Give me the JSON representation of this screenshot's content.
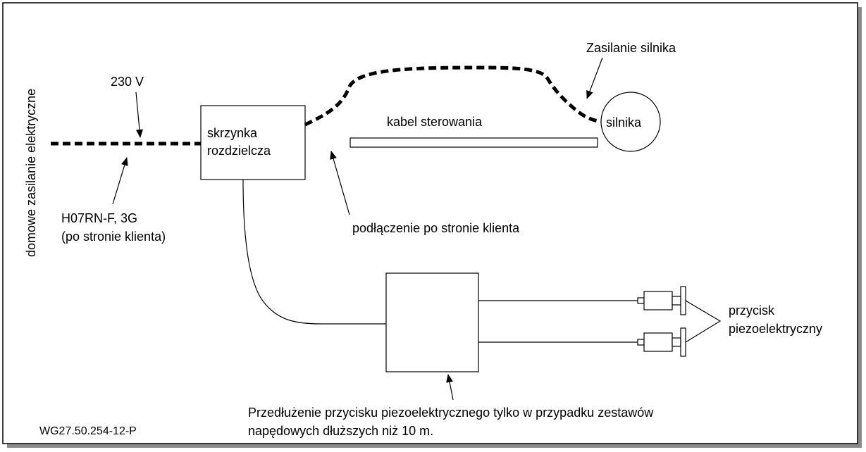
{
  "diagram": {
    "vertical_label": "domowe zasilanie elektryczne",
    "voltage_label": "230 V",
    "cable_type_line1": "H07RN-F, 3G",
    "cable_type_line2": "(po stronie klienta)",
    "junction_box_line1": "skrzynka",
    "junction_box_line2": "rozdzielcza",
    "control_cable_label": "kabel sterowania",
    "motor_label": "silnika",
    "motor_power_label": "Zasilanie silnika",
    "customer_connection_label": "podłączenie po stronie klienta",
    "button_label_line1": "przycisk",
    "button_label_line2": "piezoelektryczny",
    "extension_note_line1": "Przedłużenie przycisku piezoelektrycznego tylko w przypadku zestawów",
    "extension_note_line2": "napędowych dłuższych niż 10 m.",
    "drawing_code": "WG27.50.254-12-P"
  }
}
